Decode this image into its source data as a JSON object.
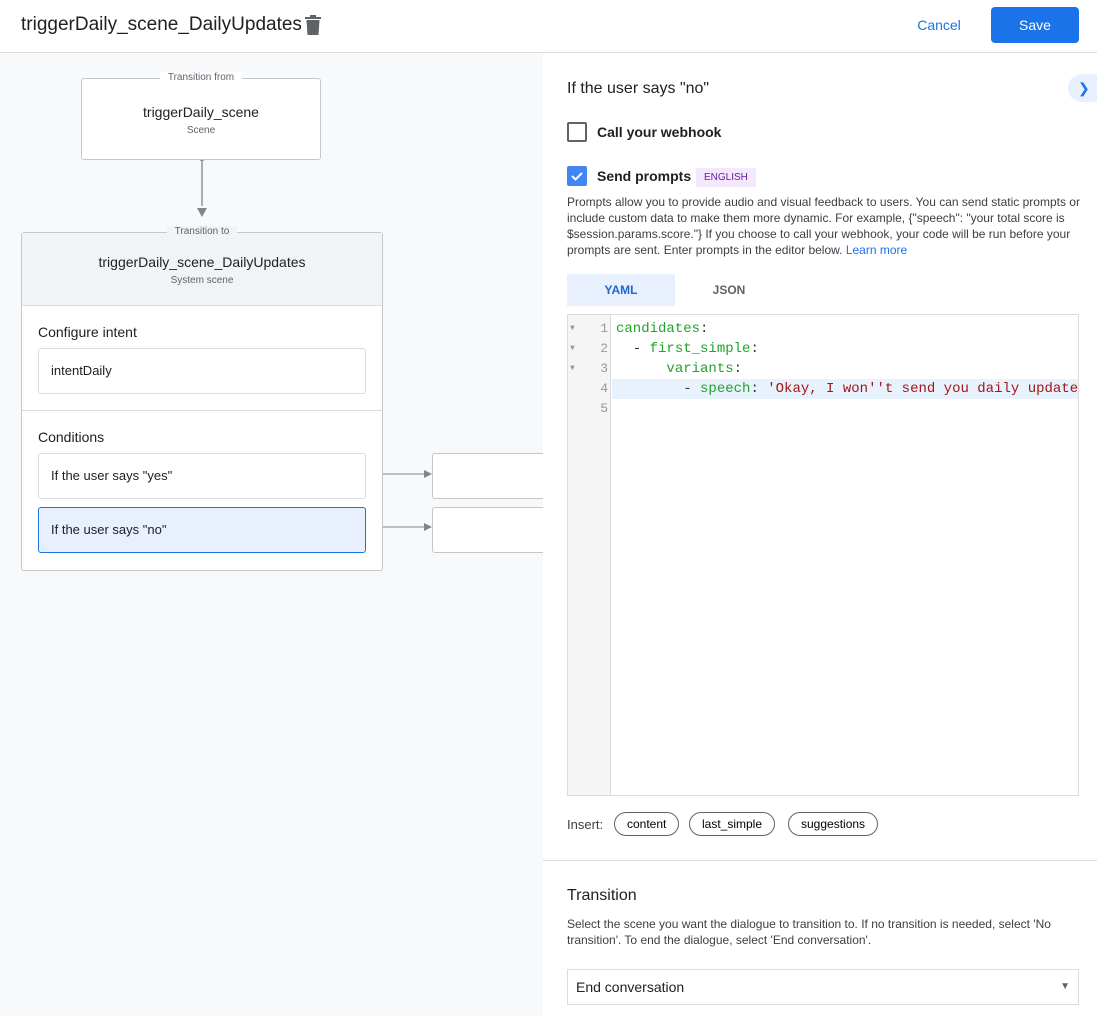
{
  "header": {
    "title": "triggerDaily_scene_DailyUpdates",
    "cancel": "Cancel",
    "save": "Save"
  },
  "canvas": {
    "from": {
      "legend": "Transition from",
      "name": "triggerDaily_scene",
      "type": "Scene"
    },
    "to": {
      "legend": "Transition to",
      "name": "triggerDaily_scene_DailyUpdates",
      "type": "System scene",
      "intent_label": "Configure intent",
      "intent": "intentDaily",
      "conditions_label": "Conditions",
      "conditions": [
        "If the user says \"yes\"",
        "If the user says \"no\""
      ]
    }
  },
  "panel": {
    "title": "If the user says \"no\"",
    "webhook_label": "Call your webhook",
    "webhook_checked": false,
    "prompts_label": "Send prompts",
    "prompts_checked": true,
    "language": "ENGLISH",
    "description": "Prompts allow you to provide audio and visual feedback to users. You can send static prompts or include custom data to make them more dynamic. For example, {\"speech\": \"your total score is $session.params.score.\"} If you choose to call your webhook, your code will be run before your prompts are sent. Enter prompts in the editor below.",
    "learn_more": "Learn more",
    "tabs": [
      "YAML",
      "JSON"
    ],
    "active_tab": "YAML",
    "code": {
      "l1k": "candidates",
      "l2d": "  - ",
      "l2k": "first_simple",
      "l3i": "      ",
      "l3k": "variants",
      "l4d": "        - ",
      "l4k": "speech",
      "l4s": "'Okay, I won''t send you daily update",
      "colon": ":",
      "numbers": [
        "1",
        "2",
        "3",
        "4",
        "5"
      ]
    },
    "insert_label": "Insert:",
    "insert_chips": [
      "content",
      "last_simple",
      "suggestions"
    ],
    "transition_title": "Transition",
    "transition_desc": "Select the scene you want the dialogue to transition to. If no transition is needed, select 'No transition'. To end the dialogue, select 'End conversation'.",
    "transition_value": "End conversation"
  }
}
